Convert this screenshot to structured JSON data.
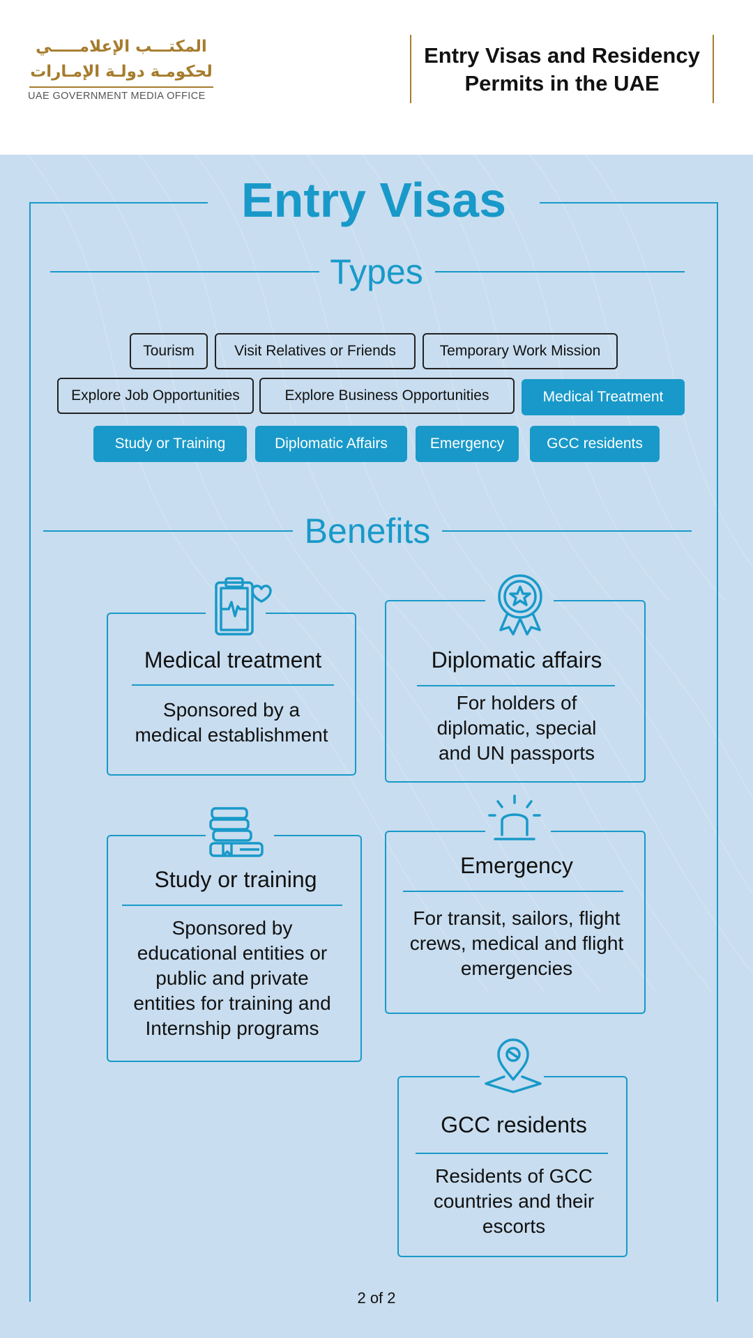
{
  "header": {
    "logo_ar_line1": "المكتـــب الإعلامـــــي",
    "logo_ar_line2": "لحكومـة دولـة الإمـارات",
    "logo_en": "UAE GOVERNMENT MEDIA OFFICE",
    "title_line1": "Entry Visas and Residency",
    "title_line2": "Permits in the UAE"
  },
  "main": {
    "title": "Entry Visas",
    "types_heading": "Types",
    "types": [
      {
        "label": "Tourism",
        "highlighted": false
      },
      {
        "label": "Visit Relatives or Friends",
        "highlighted": false
      },
      {
        "label": "Temporary Work Mission",
        "highlighted": false
      },
      {
        "label": "Explore Job Opportunities",
        "highlighted": false
      },
      {
        "label": "Explore Business Opportunities",
        "highlighted": false
      },
      {
        "label": "Medical Treatment",
        "highlighted": true
      },
      {
        "label": "Study or Training",
        "highlighted": true
      },
      {
        "label": "Diplomatic Affairs",
        "highlighted": true
      },
      {
        "label": "Emergency",
        "highlighted": true
      },
      {
        "label": "GCC residents",
        "highlighted": true
      }
    ],
    "benefits_heading": "Benefits",
    "benefits": [
      {
        "title": "Medical treatment",
        "desc": [
          "Sponsored by a",
          "medical establishment"
        ],
        "icon": "medical-clipboard-icon"
      },
      {
        "title": "Diplomatic affairs",
        "desc": [
          "For holders of",
          "diplomatic, special",
          "and UN passports"
        ],
        "icon": "award-medal-icon"
      },
      {
        "title": "Study or training",
        "desc": [
          "Sponsored by",
          "educational entities or",
          "public and private",
          "entities for training and",
          "Internship programs"
        ],
        "icon": "books-icon"
      },
      {
        "title": "Emergency",
        "desc": [
          "For transit, sailors, flight",
          "crews, medical and flight",
          "emergencies"
        ],
        "icon": "siren-icon"
      },
      {
        "title": "GCC residents",
        "desc": [
          "Residents of GCC",
          "countries and their",
          "escorts"
        ],
        "icon": "location-pin-icon"
      }
    ],
    "page_indicator": "2 of 2"
  },
  "colors": {
    "accent": "#1899c9",
    "gold": "#a57c2d",
    "background": "#c8ddef"
  }
}
